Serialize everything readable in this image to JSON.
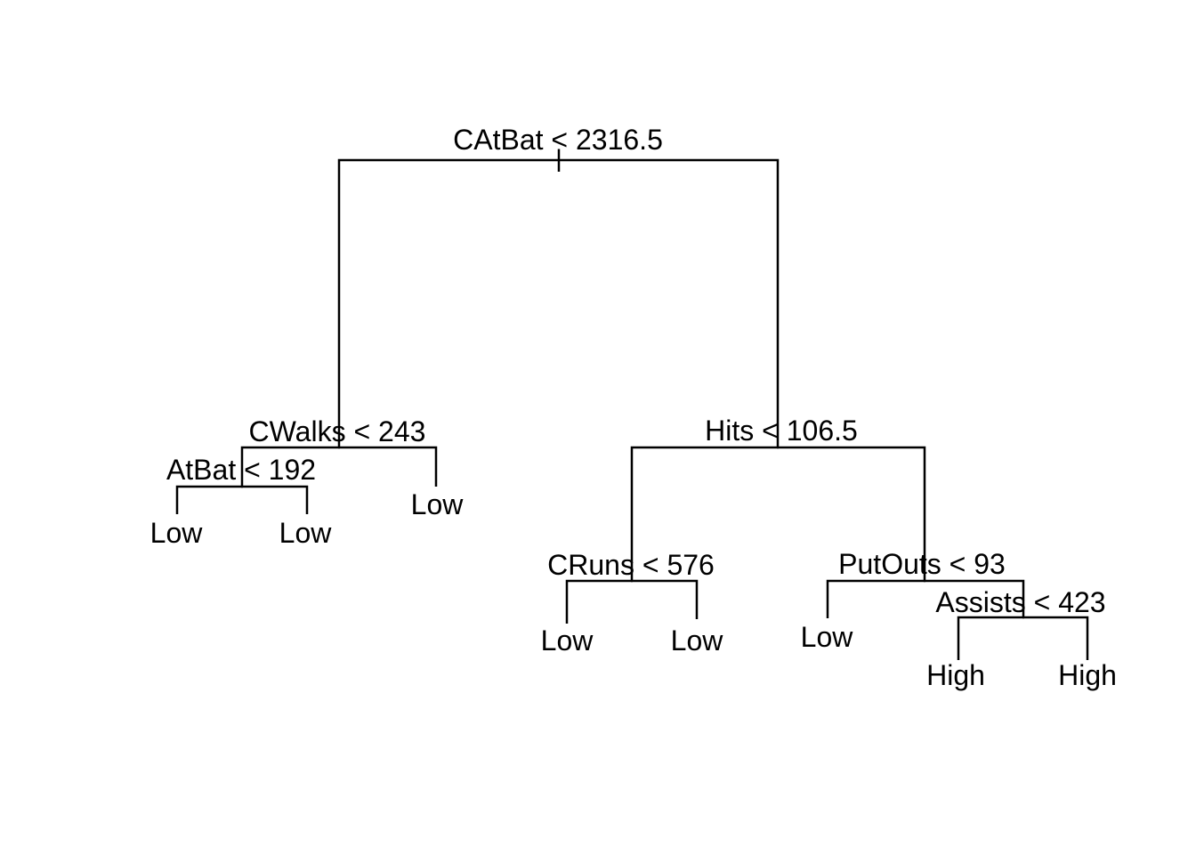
{
  "colors": {
    "background": "#ffffff",
    "line": "#000000",
    "text": "#000000"
  },
  "chart_data": {
    "type": "decision-tree",
    "leaf_classes_visible": [
      "Low",
      "High"
    ],
    "splits": [
      "CAtBat < 2316.5",
      "CWalks < 243",
      "AtBat < 192",
      "Hits < 106.5",
      "CRuns < 576",
      "PutOuts < 93",
      "Assists < 423"
    ]
  },
  "tree": {
    "label": "CAtBat < 2316.5",
    "left": {
      "label": "CWalks < 243",
      "left": {
        "label": "AtBat < 192",
        "left": {
          "label": "Low"
        },
        "right": {
          "label": "Low"
        }
      },
      "right": {
        "label": "Low"
      }
    },
    "right": {
      "label": "Hits < 106.5",
      "left": {
        "label": "CRuns < 576",
        "left": {
          "label": "Low"
        },
        "right": {
          "label": "Low"
        }
      },
      "right": {
        "label": "PutOuts < 93",
        "left": {
          "label": "Low"
        },
        "right": {
          "label": "Assists < 423",
          "left": {
            "label": "High"
          },
          "right": {
            "label": "High"
          }
        }
      }
    }
  }
}
